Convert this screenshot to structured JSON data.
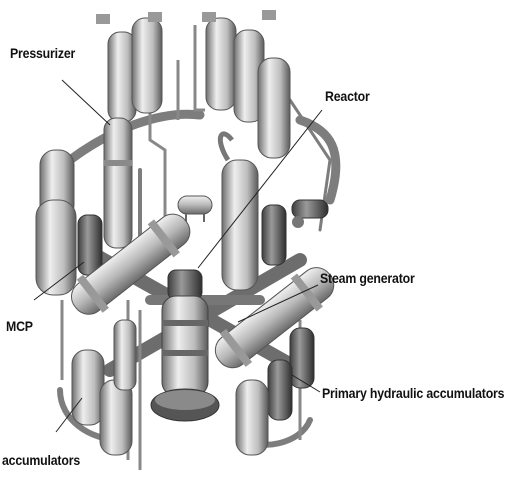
{
  "labels": {
    "pressurizer": "Pressurizer",
    "reactor": "Reactor",
    "steam_generator": "Steam generator",
    "mcp": "MCP",
    "primary_hydraulic_accumulators": "Primary hydraulic accumulators",
    "accumulators": "accumulators"
  },
  "colors": {
    "metal_light": "#d9d9d9",
    "metal_mid": "#a8a8a8",
    "metal_dark": "#5e5e5e",
    "pipe": "#7d7d7d",
    "leader_line": "#222222",
    "text": "#111111"
  }
}
